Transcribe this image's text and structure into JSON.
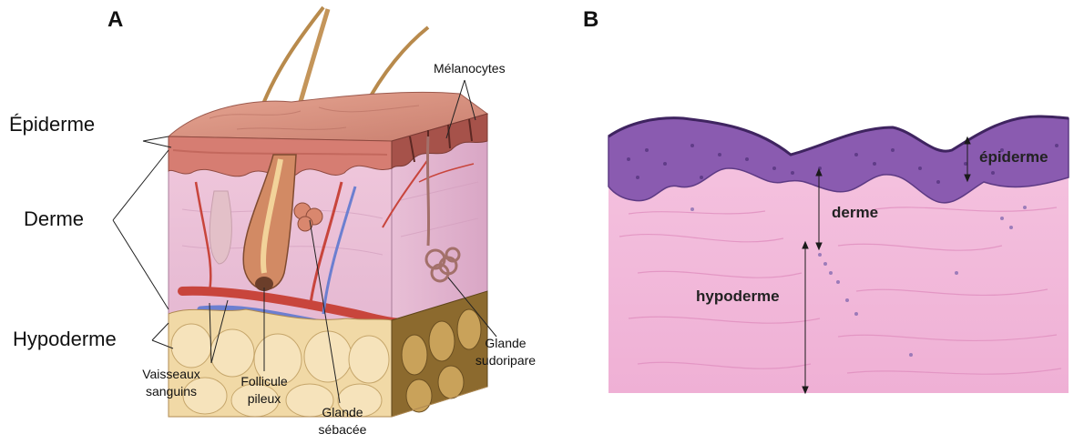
{
  "panel_a": {
    "letter": "A",
    "layers": {
      "epidermis": "Épiderme",
      "dermis": "Derme",
      "hypodermis": "Hypoderme"
    },
    "structures": {
      "melanocytes": "Mélanocytes",
      "blood_vessels": [
        "Vaisseaux",
        "sanguins"
      ],
      "hair_follicle": [
        "Follicule",
        "pileux"
      ],
      "sebaceous_gland": [
        "Glande",
        "sébacée"
      ],
      "sweat_gland": [
        "Glande",
        "sudoripare"
      ]
    }
  },
  "panel_b": {
    "letter": "B",
    "layers": {
      "epidermis": "épiderme",
      "dermis": "derme",
      "hypodermis": "hypoderme"
    }
  },
  "colors": {
    "skin_surface": "#d9998c",
    "dermis_pink": "#e7b9d2",
    "fat_yellow": "#f1d9a6",
    "artery_red": "#c8453c",
    "vein_blue": "#6c7fd0",
    "hair_brown": "#b88a4c",
    "histo_epidermis": "#8a5bb0",
    "histo_dermis": "#f3b7d8"
  }
}
